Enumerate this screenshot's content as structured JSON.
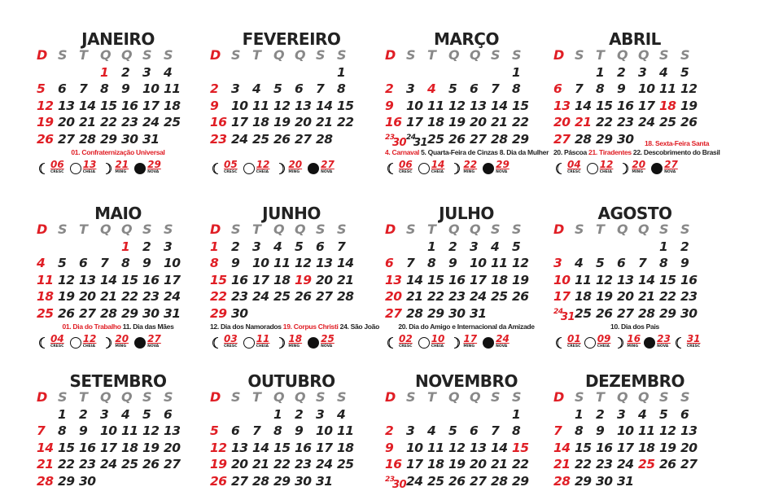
{
  "weekday_headers": [
    "D",
    "S",
    "T",
    "Q",
    "Q",
    "S",
    "S"
  ],
  "months": [
    {
      "name": "JANEIRO",
      "rows": [
        [
          "",
          "",
          "",
          "1",
          "2",
          "3",
          "4"
        ],
        [
          "5",
          "6",
          "7",
          "8",
          "9",
          "10",
          "11"
        ],
        [
          "12",
          "13",
          "14",
          "15",
          "16",
          "17",
          "18"
        ],
        [
          "19",
          "20",
          "21",
          "22",
          "23",
          "24",
          "25"
        ],
        [
          "26",
          "27",
          "28",
          "29",
          "30",
          "31",
          ""
        ]
      ],
      "red": [
        "1"
      ],
      "holidays": [
        {
          "text": "01. Confraternização Universal",
          "red": true
        }
      ],
      "moons": [
        {
          "phase": "cresc",
          "day": "06",
          "label": "CRESC"
        },
        {
          "phase": "cheia",
          "day": "13",
          "label": "CHEIA"
        },
        {
          "phase": "ming",
          "day": "21",
          "label": "MING"
        },
        {
          "phase": "nova",
          "day": "29",
          "label": "NOVA"
        }
      ]
    },
    {
      "name": "FEVEREIRO",
      "rows": [
        [
          "",
          "",
          "",
          "",
          "",
          "",
          "1"
        ],
        [
          "2",
          "3",
          "4",
          "5",
          "6",
          "7",
          "8"
        ],
        [
          "9",
          "10",
          "11",
          "12",
          "13",
          "14",
          "15"
        ],
        [
          "16",
          "17",
          "18",
          "19",
          "20",
          "21",
          "22"
        ],
        [
          "23",
          "24",
          "25",
          "26",
          "27",
          "28",
          ""
        ]
      ],
      "red": [],
      "holidays": [],
      "moons": [
        {
          "phase": "cresc",
          "day": "05",
          "label": "CRESC"
        },
        {
          "phase": "cheia",
          "day": "12",
          "label": "CHEIA"
        },
        {
          "phase": "ming",
          "day": "20",
          "label": "MING"
        },
        {
          "phase": "nova",
          "day": "27",
          "label": "NOVA"
        }
      ]
    },
    {
      "name": "MARÇO",
      "rows": [
        [
          "",
          "",
          "",
          "",
          "",
          "",
          "1"
        ],
        [
          "2",
          "3",
          "4",
          "5",
          "6",
          "7",
          "8"
        ],
        [
          "9",
          "10",
          "11",
          "12",
          "13",
          "14",
          "15"
        ],
        [
          "16",
          "17",
          "18",
          "19",
          "20",
          "21",
          "22"
        ],
        [
          "23/30",
          "24/31",
          "25",
          "26",
          "27",
          "28",
          "29"
        ]
      ],
      "red": [
        "4"
      ],
      "holidays": [
        {
          "text": "4. Carnaval",
          "red": true
        },
        {
          "text": " 5. Quarta-Feira de Cinzas  8. Dia da Mulher",
          "red": false
        }
      ],
      "moons": [
        {
          "phase": "cresc",
          "day": "06",
          "label": "CRESC"
        },
        {
          "phase": "cheia",
          "day": "14",
          "label": "CHEIA"
        },
        {
          "phase": "ming",
          "day": "22",
          "label": "MING"
        },
        {
          "phase": "nova",
          "day": "29",
          "label": "NOVA"
        }
      ]
    },
    {
      "name": "ABRIL",
      "rows": [
        [
          "",
          "",
          "1",
          "2",
          "3",
          "4",
          "5"
        ],
        [
          "6",
          "7",
          "8",
          "9",
          "10",
          "11",
          "12"
        ],
        [
          "13",
          "14",
          "15",
          "16",
          "17",
          "18",
          "19"
        ],
        [
          "20",
          "21",
          "22",
          "23",
          "24",
          "25",
          "26"
        ],
        [
          "27",
          "28",
          "29",
          "30",
          "",
          "",
          ""
        ]
      ],
      "red": [
        "18",
        "21"
      ],
      "extra_note": "18. Sexta-Feira Santa",
      "holidays": [
        {
          "text": "20. Páscoa ",
          "red": false
        },
        {
          "text": "21. Tiradentes",
          "red": true
        },
        {
          "text": " 22. Descobrimento do Brasil",
          "red": false
        }
      ],
      "moons": [
        {
          "phase": "cresc",
          "day": "04",
          "label": "CRESC"
        },
        {
          "phase": "cheia",
          "day": "12",
          "label": "CHEIA"
        },
        {
          "phase": "ming",
          "day": "20",
          "label": "MING"
        },
        {
          "phase": "nova",
          "day": "27",
          "label": "NOVA"
        }
      ]
    },
    {
      "name": "MAIO",
      "rows": [
        [
          "",
          "",
          "",
          "",
          "1",
          "2",
          "3"
        ],
        [
          "4",
          "5",
          "6",
          "7",
          "8",
          "9",
          "10"
        ],
        [
          "11",
          "12",
          "13",
          "14",
          "15",
          "16",
          "17"
        ],
        [
          "18",
          "19",
          "20",
          "21",
          "22",
          "23",
          "24"
        ],
        [
          "25",
          "26",
          "27",
          "28",
          "29",
          "30",
          "31"
        ]
      ],
      "red": [
        "1"
      ],
      "holidays": [
        {
          "text": "01. Dia do Trabalho",
          "red": true
        },
        {
          "text": "  11. Dia das Mães",
          "red": false
        }
      ],
      "moons": [
        {
          "phase": "cresc",
          "day": "04",
          "label": "CRESC"
        },
        {
          "phase": "cheia",
          "day": "12",
          "label": "CHEIA"
        },
        {
          "phase": "ming",
          "day": "20",
          "label": "MING"
        },
        {
          "phase": "nova",
          "day": "27",
          "label": "NOVA"
        }
      ]
    },
    {
      "name": "JUNHO",
      "rows": [
        [
          "1",
          "2",
          "3",
          "4",
          "5",
          "6",
          "7"
        ],
        [
          "8",
          "9",
          "10",
          "11",
          "12",
          "13",
          "14"
        ],
        [
          "15",
          "16",
          "17",
          "18",
          "19",
          "20",
          "21"
        ],
        [
          "22",
          "23",
          "24",
          "25",
          "26",
          "27",
          "28"
        ],
        [
          "29",
          "30",
          "",
          "",
          "",
          "",
          ""
        ]
      ],
      "red": [
        "19"
      ],
      "holidays": [
        {
          "text": "12. Dia dos Namorados ",
          "red": false
        },
        {
          "text": "19. Corpus Christi",
          "red": true
        },
        {
          "text": "  24. São João",
          "red": false
        }
      ],
      "moons": [
        {
          "phase": "cresc",
          "day": "03",
          "label": "CRESC"
        },
        {
          "phase": "cheia",
          "day": "11",
          "label": "CHEIA"
        },
        {
          "phase": "ming",
          "day": "18",
          "label": "MING"
        },
        {
          "phase": "nova",
          "day": "25",
          "label": "NOVA"
        }
      ]
    },
    {
      "name": "JULHO",
      "rows": [
        [
          "",
          "",
          "1",
          "2",
          "3",
          "4",
          "5"
        ],
        [
          "6",
          "7",
          "8",
          "9",
          "10",
          "11",
          "12"
        ],
        [
          "13",
          "14",
          "15",
          "16",
          "17",
          "18",
          "19"
        ],
        [
          "20",
          "21",
          "22",
          "23",
          "24",
          "25",
          "26"
        ],
        [
          "27",
          "28",
          "29",
          "30",
          "31",
          "",
          ""
        ]
      ],
      "red": [],
      "holidays": [
        {
          "text": "20. Dia do Amigo e Internacional da Amizade",
          "red": false
        }
      ],
      "moons": [
        {
          "phase": "cresc",
          "day": "02",
          "label": "CRESC"
        },
        {
          "phase": "cheia",
          "day": "10",
          "label": "CHEIA"
        },
        {
          "phase": "ming",
          "day": "17",
          "label": "MING"
        },
        {
          "phase": "nova",
          "day": "24",
          "label": "NOVA"
        }
      ]
    },
    {
      "name": "AGOSTO",
      "rows": [
        [
          "",
          "",
          "",
          "",
          "",
          "1",
          "2"
        ],
        [
          "3",
          "4",
          "5",
          "6",
          "7",
          "8",
          "9"
        ],
        [
          "10",
          "11",
          "12",
          "13",
          "14",
          "15",
          "16"
        ],
        [
          "17",
          "18",
          "19",
          "20",
          "21",
          "22",
          "23"
        ],
        [
          "24/31",
          "25",
          "26",
          "27",
          "28",
          "29",
          "30"
        ]
      ],
      "red": [],
      "holidays": [
        {
          "text": "10. Dia dos Pais",
          "red": false
        }
      ],
      "moons": [
        {
          "phase": "cresc",
          "day": "01",
          "label": "CRESC"
        },
        {
          "phase": "cheia",
          "day": "09",
          "label": "CHEIA"
        },
        {
          "phase": "ming",
          "day": "16",
          "label": "MING"
        },
        {
          "phase": "nova",
          "day": "23",
          "label": "NOVA"
        },
        {
          "phase": "cresc",
          "day": "31",
          "label": "CRESC"
        }
      ]
    },
    {
      "name": "SETEMBRO",
      "rows": [
        [
          "",
          "1",
          "2",
          "3",
          "4",
          "5",
          "6"
        ],
        [
          "7",
          "8",
          "9",
          "10",
          "11",
          "12",
          "13"
        ],
        [
          "14",
          "15",
          "16",
          "17",
          "18",
          "19",
          "20"
        ],
        [
          "21",
          "22",
          "23",
          "24",
          "25",
          "26",
          "27"
        ],
        [
          "28",
          "29",
          "30",
          "",
          "",
          "",
          ""
        ]
      ],
      "red": [],
      "holidays": [],
      "moons": []
    },
    {
      "name": "OUTUBRO",
      "rows": [
        [
          "",
          "",
          "",
          "1",
          "2",
          "3",
          "4"
        ],
        [
          "5",
          "6",
          "7",
          "8",
          "9",
          "10",
          "11"
        ],
        [
          "12",
          "13",
          "14",
          "15",
          "16",
          "17",
          "18"
        ],
        [
          "19",
          "20",
          "21",
          "22",
          "23",
          "24",
          "25"
        ],
        [
          "26",
          "27",
          "28",
          "29",
          "30",
          "31",
          ""
        ]
      ],
      "red": [],
      "holidays": [],
      "moons": []
    },
    {
      "name": "NOVEMBRO",
      "rows": [
        [
          "",
          "",
          "",
          "",
          "",
          "",
          "1"
        ],
        [
          "2",
          "3",
          "4",
          "5",
          "6",
          "7",
          "8"
        ],
        [
          "9",
          "10",
          "11",
          "12",
          "13",
          "14",
          "15"
        ],
        [
          "16",
          "17",
          "18",
          "19",
          "20",
          "21",
          "22"
        ],
        [
          "23/30",
          "24",
          "25",
          "26",
          "27",
          "28",
          "29"
        ]
      ],
      "red": [
        "15"
      ],
      "holidays": [],
      "moons": []
    },
    {
      "name": "DEZEMBRO",
      "rows": [
        [
          "",
          "1",
          "2",
          "3",
          "4",
          "5",
          "6"
        ],
        [
          "7",
          "8",
          "9",
          "10",
          "11",
          "12",
          "13"
        ],
        [
          "14",
          "15",
          "16",
          "17",
          "18",
          "19",
          "20"
        ],
        [
          "21",
          "22",
          "23",
          "24",
          "25",
          "26",
          "27"
        ],
        [
          "28",
          "29",
          "30",
          "31",
          "",
          "",
          ""
        ]
      ],
      "red": [
        "25"
      ],
      "holidays": [],
      "moons": []
    }
  ]
}
